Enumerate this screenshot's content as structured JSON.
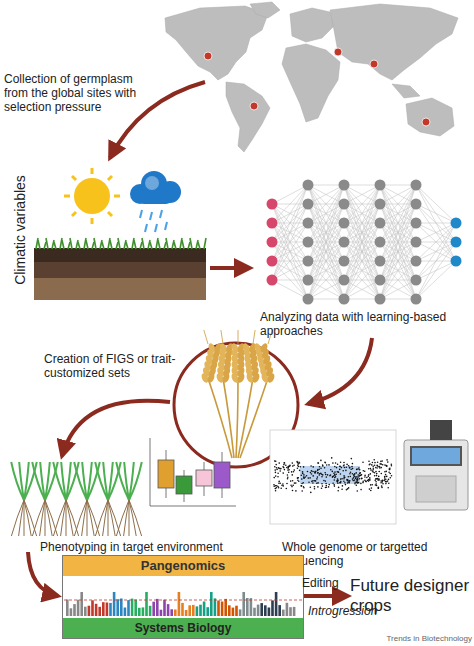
{
  "diagram": {
    "nodes": [
      {
        "text": [
          "Pangenomics",
          "Systems Biology"
        ]
      },
      {
        "text": [
          "Future designer crops"
        ]
      }
    ],
    "edges": [
      {
        "from": 0,
        "to": 1,
        "arrow": "to",
        "label": "Editing"
      }
    ],
    "labels": [
      "Collection of germplasm from the global sites with selection pressure",
      "Climatic variables",
      "Analyzing data with learning-based approaches",
      "Creation of FIGS or trait-customized sets",
      "Phenotyping in target environment",
      "Whole genome or targetted sequencing",
      "Introgression",
      "Trends in Biotechnology"
    ]
  }
}
